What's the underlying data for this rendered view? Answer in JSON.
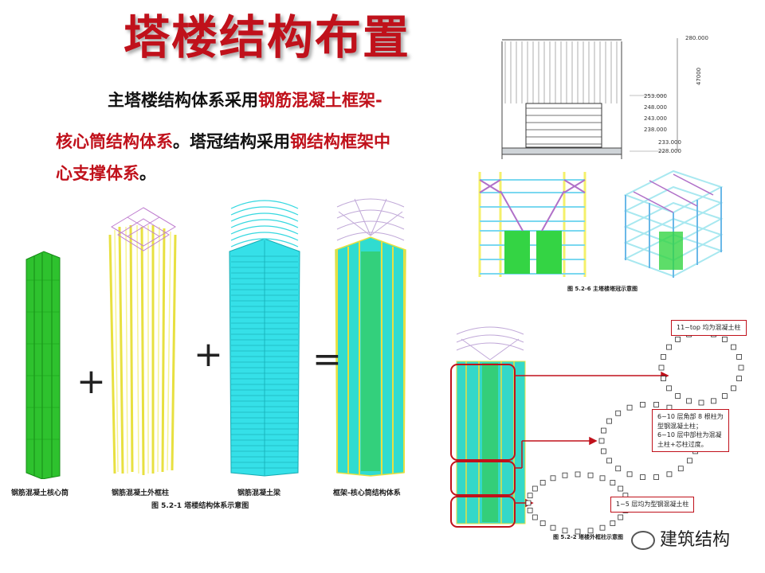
{
  "title": "塔楼结构布置",
  "paragraph": {
    "l1_a": "主塔楼结构体系采用",
    "l1_b": "钢筋混凝土框架-",
    "l2_a": "核心筒结构体系",
    "l2_b": "。塔冠结构采用",
    "l2_c": "钢结构框架中",
    "l3_a": "心支撑体系",
    "l3_b": "。"
  },
  "panels": {
    "core_label": "钢筋混凝土核心筒",
    "outer_label": "钢筋混凝土外框柱",
    "beam_label": "钢筋混凝土梁",
    "result_label": "框架-核心筒结构体系",
    "plus1": "+",
    "plus2": "+",
    "equals": "="
  },
  "captions": {
    "fig_5_2_1": "图 5.2-1 塔楼结构体系示意图",
    "fig_5_2_6": "图 5.2-6 主塔楼塔冠示意图",
    "fig_5_2_2": "图 5.2-2 塔楼外框柱示意图"
  },
  "elevation": {
    "levels": [
      "280.000",
      "253.000",
      "248.000",
      "243.000",
      "238.000",
      "233.000",
      "228.000"
    ],
    "dim": "47000"
  },
  "column_notes": {
    "top": "11~top 均为混凝土柱",
    "mid_1": "6~10 层角部 8 根柱为",
    "mid_2": "型钢混凝土柱；",
    "mid_3": "6~10 层中部柱为混凝",
    "mid_4": "土柱+芯柱过度。",
    "bottom": "1~5 层均为型钢混凝土柱"
  },
  "watermark": "建筑结构",
  "colors": {
    "title_red": "#c0111b",
    "core_green": "#2ec22e",
    "column_yellow": "#f4f06a",
    "beam_cyan": "#35e0e8",
    "brace_purple": "#b070c8"
  }
}
